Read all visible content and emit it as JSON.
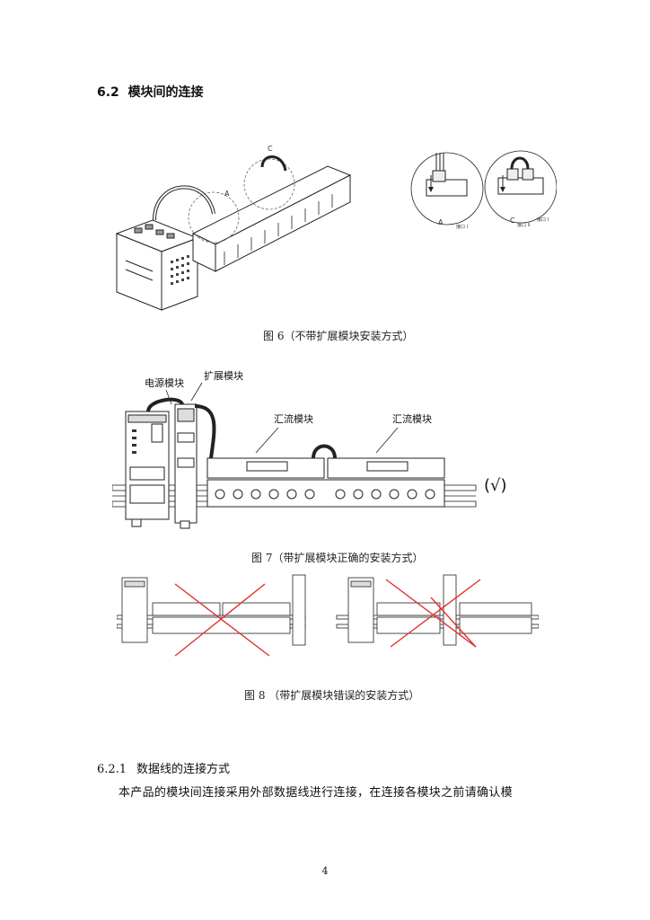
{
  "section": {
    "number": "6.2",
    "title": "模块间的连接"
  },
  "figure6": {
    "caption": "图 6（不带扩展模块安装方式）",
    "callouts": {
      "a": "A",
      "c": "C"
    },
    "detail_labels": {
      "left_letter": "A",
      "left_tag": "接口 I",
      "right_letter": "C",
      "right_tag": "接口 II",
      "right_tag2": "接口 I"
    }
  },
  "figure7": {
    "caption": "图  7（带扩展模块正确的安装方式）",
    "labels": {
      "power_module": "电源模块",
      "expansion_module": "扩展模块",
      "combiner_module_1": "汇流模块",
      "combiner_module_2": "汇流模块"
    },
    "check_mark": "(√)"
  },
  "figure8": {
    "caption": "图  8 （带扩展模块错误的安装方式）"
  },
  "subsection": {
    "number": "6.2.1",
    "title": "数据线的连接方式"
  },
  "paragraph": "本产品的模块间连接采用外部数据线进行连接，在连接各模块之前请确认模",
  "page_number": "4"
}
